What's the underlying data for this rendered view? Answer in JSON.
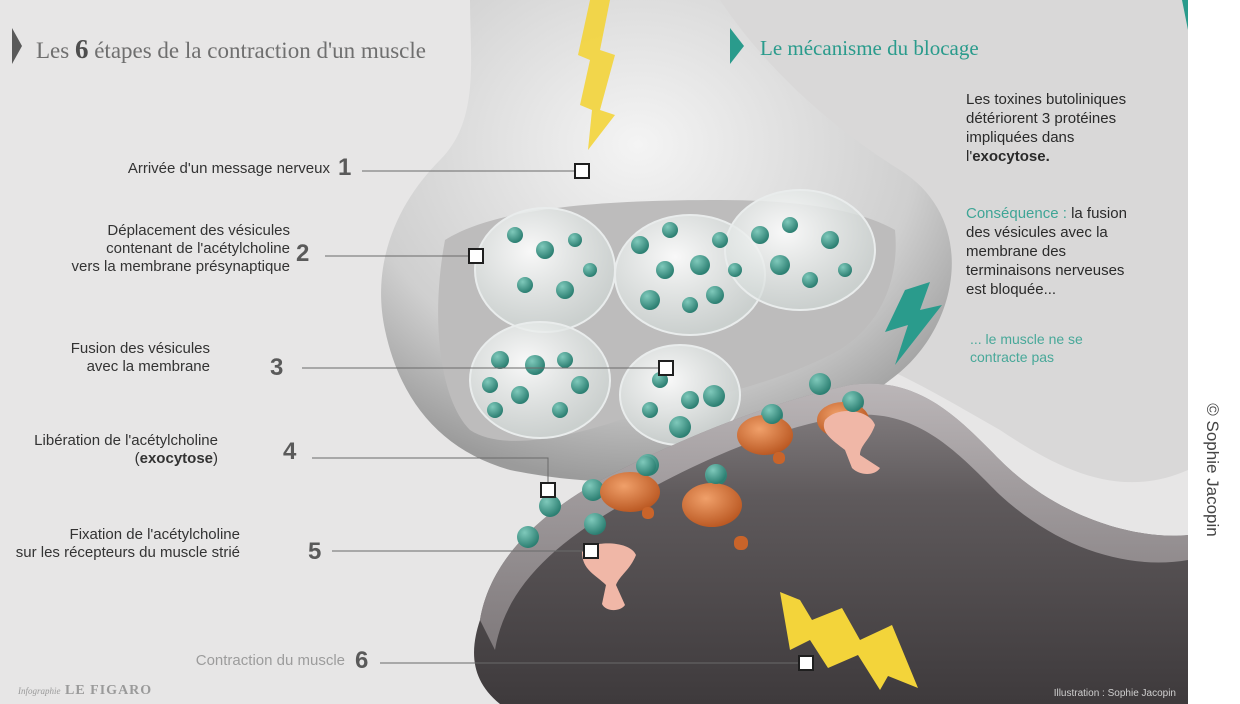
{
  "header": {
    "title_prefix": "Les",
    "title_number": "6",
    "title_suffix": "étapes de la contraction d'un muscle",
    "mechanism_title": "Le mécanisme du blocage"
  },
  "steps": [
    {
      "number": "1",
      "lines": [
        "Arrivée d'un message nerveux"
      ]
    },
    {
      "number": "2",
      "lines": [
        "Déplacement des vésicules",
        "contenant de l'acétylcholine",
        "vers la membrane présynaptique"
      ]
    },
    {
      "number": "3",
      "lines": [
        "Fusion des vésicules",
        "avec la membrane"
      ]
    },
    {
      "number": "4",
      "lines": [
        "Libération de l'acétylcholine"
      ],
      "paren_open": "(",
      "bold": "exocytose",
      "paren_close": ")"
    },
    {
      "number": "5",
      "lines": [
        "Fixation de l'acétylcholine",
        "sur les récepteurs du muscle strié"
      ]
    },
    {
      "number": "6",
      "lines": [
        "Contraction du muscle"
      ]
    }
  ],
  "mechanism": {
    "intro_lines": [
      "Les toxines butoliniques",
      "détériorent 3 protéines",
      "impliquées dans"
    ],
    "intro_prefix": "l'",
    "intro_bold": "exocytose.",
    "consequence_label": "Conséquence :",
    "consequence_first": "la fusion",
    "consequence_lines": [
      "des vésicules avec la",
      "membrane des",
      "terminaisons nerveuses",
      "est bloquée..."
    ],
    "result_lines": [
      "... le muscle ne se",
      "contracte pas"
    ]
  },
  "footer": {
    "infographic_label": "Infographie",
    "newspaper": "LE FIGARO",
    "illustration": "Illustration : Sophie Jacopin"
  },
  "credit": "© Sophie Jacopin",
  "colors": {
    "background": "#e7e6e6",
    "teal": "#2a9b8c",
    "vesicle_molecule": "#3c8f80",
    "receptor_orange": "#d9753a",
    "receptor_pink": "#f0b7a7",
    "lightning_yellow": "#f3d43a"
  }
}
